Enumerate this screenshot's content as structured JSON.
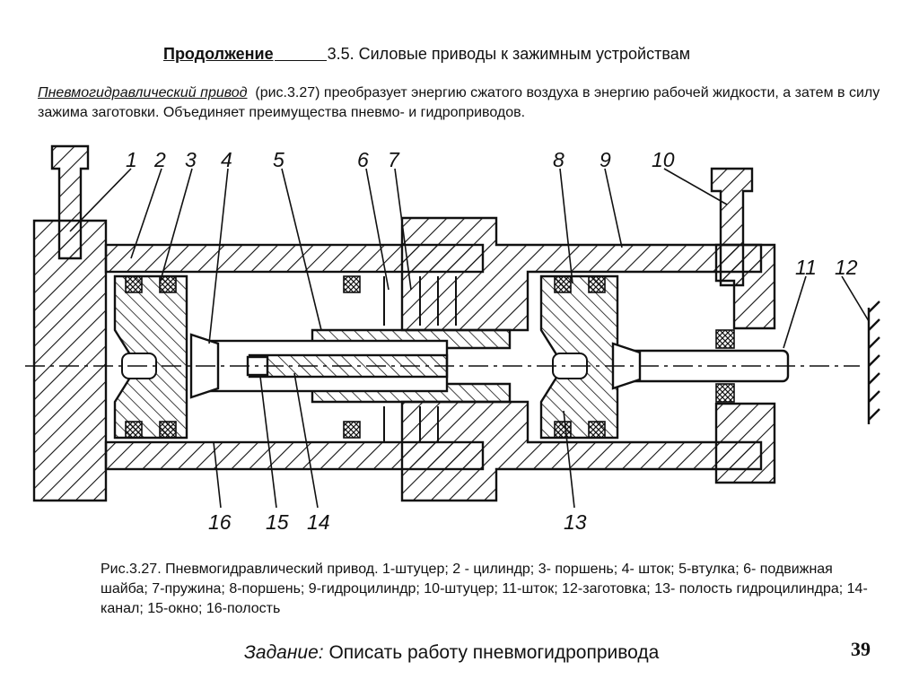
{
  "header": {
    "continuation": "Продолжение",
    "section": "3.5. Силовые приводы к зажимным устройствам"
  },
  "intro": {
    "term": "Пневмогидравлический привод",
    "text": "(рис.3.27) преобразует энергию сжатого воздуха в энергию рабочей жидкости, а затем в силу зажима заготовки. Объединяет преимущества пневмо- и гидроприводов."
  },
  "figure": {
    "labels": [
      "1",
      "2",
      "3",
      "4",
      "5",
      "6",
      "7",
      "8",
      "9",
      "10",
      "11",
      "12",
      "13",
      "14",
      "15",
      "16"
    ]
  },
  "caption": "Рис.3.27. Пневмогидравлический привод. 1-штуцер; 2 - цилиндр; 3- поршень; 4- шток; 5-втулка; 6- подвижная шайба; 7-пружина; 8-поршень; 9-гидроцилиндр; 10-штуцер; 11-шток; 12-заготовка; 13- полость гидроцилиндра; 14- канал; 15-окно; 16-полость",
  "task": {
    "label": "Задание:",
    "text": "Описать работу пневмогидропривода"
  },
  "page_number": "39"
}
